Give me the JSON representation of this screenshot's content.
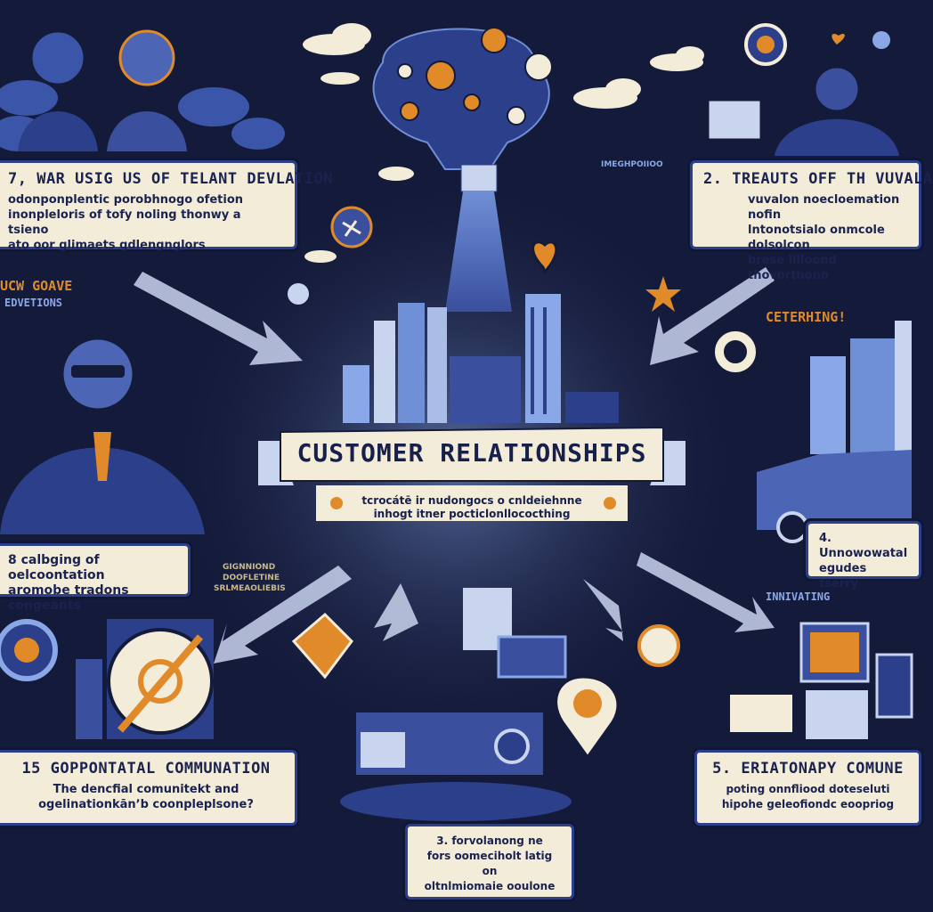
{
  "main": {
    "title": "CUSTOMER RELATIONSHIPS",
    "subtitle_line1": "tcrocátē ir nudongocs o cnldeiehnne",
    "subtitle_line2": "inhogt itner pocticlonllococthing"
  },
  "panels": {
    "p1": {
      "title": "7, WAR USIG US OF TELANT DEVLATION",
      "line1": "odonponplentic porobhnogo ofetion",
      "line2": "inonpleloris of tofy noling thonwy a tsieno",
      "line3": "ato oor glimaets gdlengnglors"
    },
    "p2": {
      "title": "2. TREAUTS OFF TH VUVALA",
      "line1": "vuvalon noecloemation nofin",
      "line2": "lntonotsialo onmcole dolsolcon",
      "line3": "brese lilloond thovorthono"
    },
    "p3": {
      "title": "8 calbging of oelcoontation",
      "line1": "aromobe tradons congeants"
    },
    "p4": {
      "title": "4. Unnowowatal",
      "line1": "egudes tserry"
    },
    "p5": {
      "title": "15 GOPPONTATAL COMMUNATION",
      "line1": "The dencfial comunitekt and",
      "line2": "ogelinationkānʼb coonpleplsone?"
    },
    "p6": {
      "title": "5. ERIATONAPY COMUNE",
      "line1": "poting onnfliood doteseluti",
      "line2": "hipohe geleofiondc eoopriog"
    },
    "p7": {
      "line1": "3. forvolanong ne",
      "line2": "fors oomeciholt latig on",
      "line3": "oltnlmiomaie ooulone"
    }
  },
  "labels": {
    "left_top": "UCW GOAVE",
    "left_sub": "EDVETIONS",
    "right_top": "CETERHING!",
    "right_mid": "INNIVATING",
    "small_left_1": "GIGNNIOND",
    "small_left_2": "DOOFLETINE",
    "small_left_3": "SRLMEAOLIEBIS",
    "small_top_right": "IMEGHPOIIOO"
  }
}
